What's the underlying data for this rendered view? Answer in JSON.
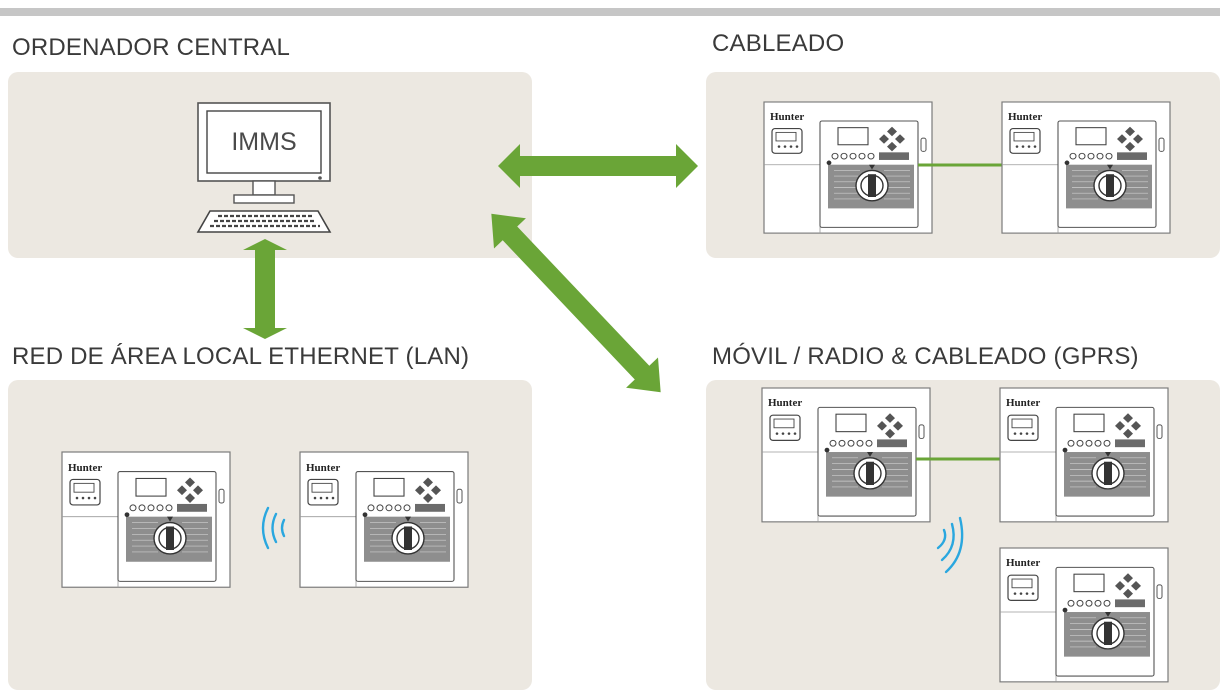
{
  "sections": {
    "central": {
      "title": "ORDENADOR CENTRAL"
    },
    "wired": {
      "title": "CABLEADO"
    },
    "lan": {
      "title": "RED DE ÁREA LOCAL ETHERNET (LAN)"
    },
    "gprs": {
      "title": "MÓVIL / RADIO & CABLEADO (GPRS)"
    }
  },
  "computer": {
    "screen_label": "IMMS"
  },
  "controller": {
    "brand": "Hunter"
  },
  "colors": {
    "panel": "#ece8e1",
    "arrow": "#6aa537",
    "wire": "#6aa537",
    "wireless": "#2aa7df",
    "topbar": "#c6c6c6"
  }
}
